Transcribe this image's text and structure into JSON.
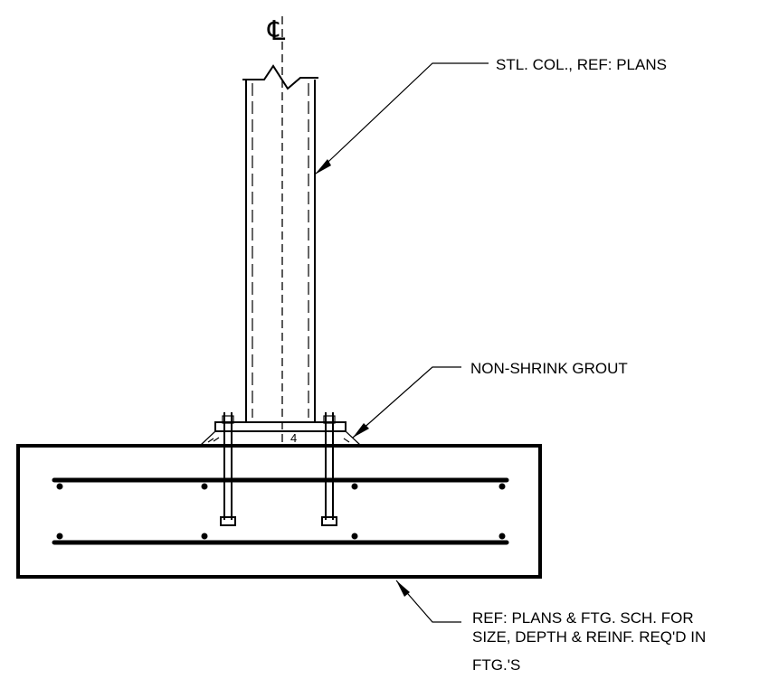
{
  "centerline_symbol": "℄",
  "notes": {
    "column": "STL. COL., REF: PLANS",
    "grout": "NON-SHRINK GROUT",
    "footing_line1": "REF: PLANS & FTG. SCH. FOR",
    "footing_line2": "SIZE, DEPTH & REINF. REQ'D IN",
    "footing_line3": "FTG.'S"
  },
  "weld_size": "4"
}
